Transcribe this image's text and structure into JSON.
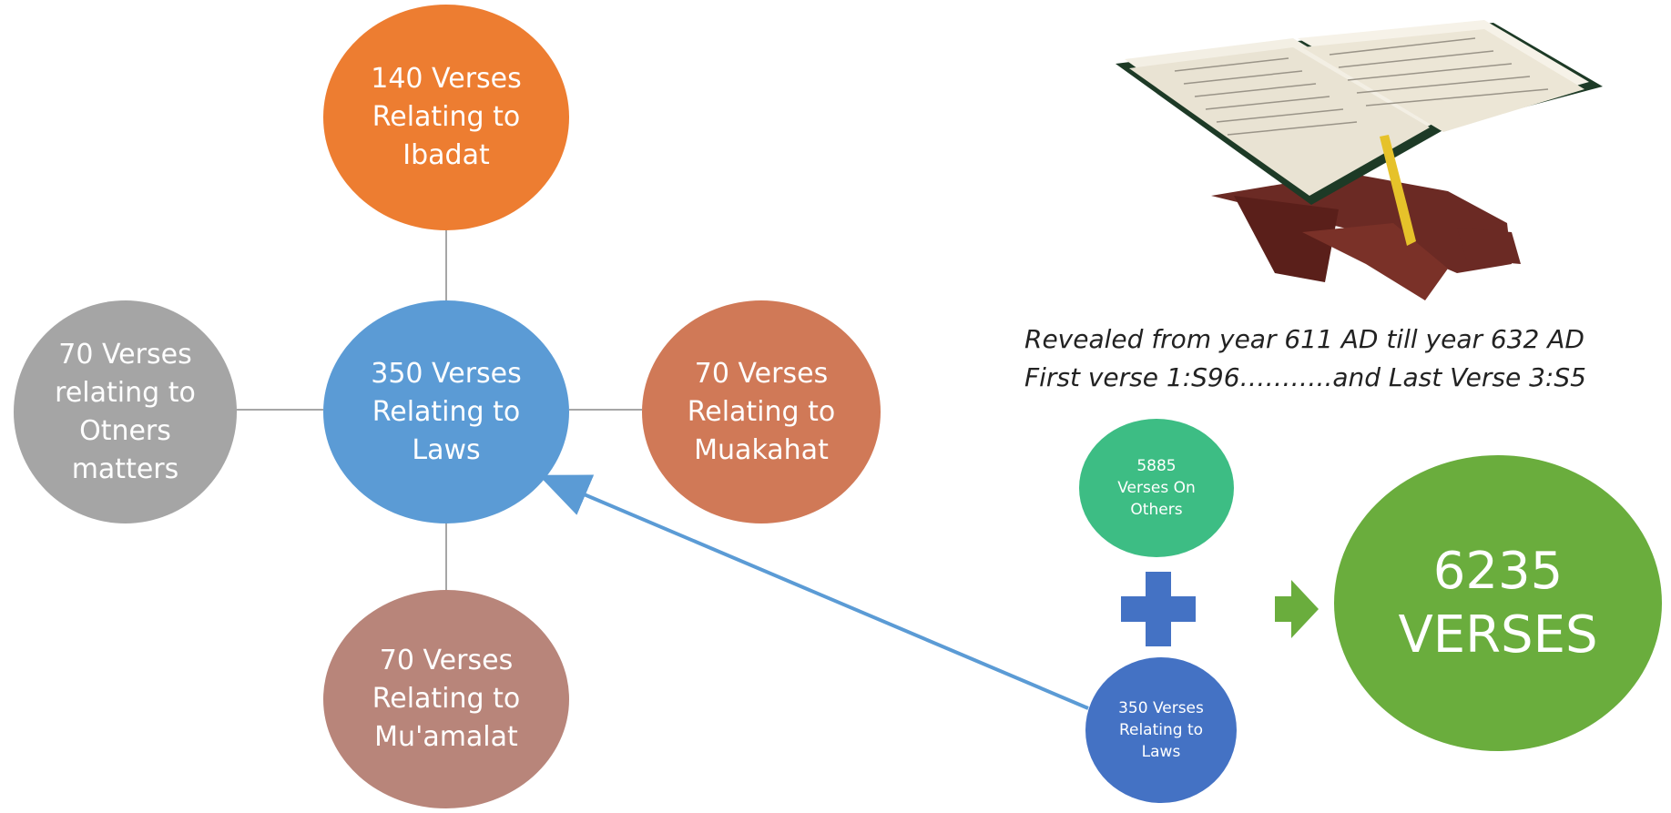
{
  "hub": {
    "label": "350 Verses\nRelating to\nLaws",
    "color": "#5b9bd5"
  },
  "top_node": {
    "label": "140 Verses\nRelating to\nIbadat",
    "color": "#ed7d31"
  },
  "left_node": {
    "label": "70 Verses\nrelating to\nOtners\nmatters",
    "color": "#a5a5a5"
  },
  "right_node": {
    "label": "70 Verses\nRelating to\nMuakahat",
    "color": "#d07957"
  },
  "bottom_node": {
    "label": "70 Verses\nRelating to\nMu'amalat",
    "color": "#b8857a"
  },
  "caption": {
    "line1": "Revealed from year 611 AD till year 632 AD",
    "line2": "First verse 1:S96………..and Last Verse 3:S5"
  },
  "others_node": {
    "label": "5885\nVerses On\nOthers",
    "color": "#3dbd84"
  },
  "laws_node": {
    "label": "350 Verses\nRelating to\nLaws",
    "color": "#4472c4"
  },
  "total_node": {
    "label": "6235\nVERSES",
    "color": "#6aad3d"
  },
  "colors": {
    "connector": "#a6a6a6",
    "arrow": "#5b9bd5",
    "plus": "#4472c4",
    "arrow_right": "#6aad3d"
  },
  "icons": [
    "plus-icon",
    "right-arrow-icon",
    "quran-on-stand-icon"
  ]
}
